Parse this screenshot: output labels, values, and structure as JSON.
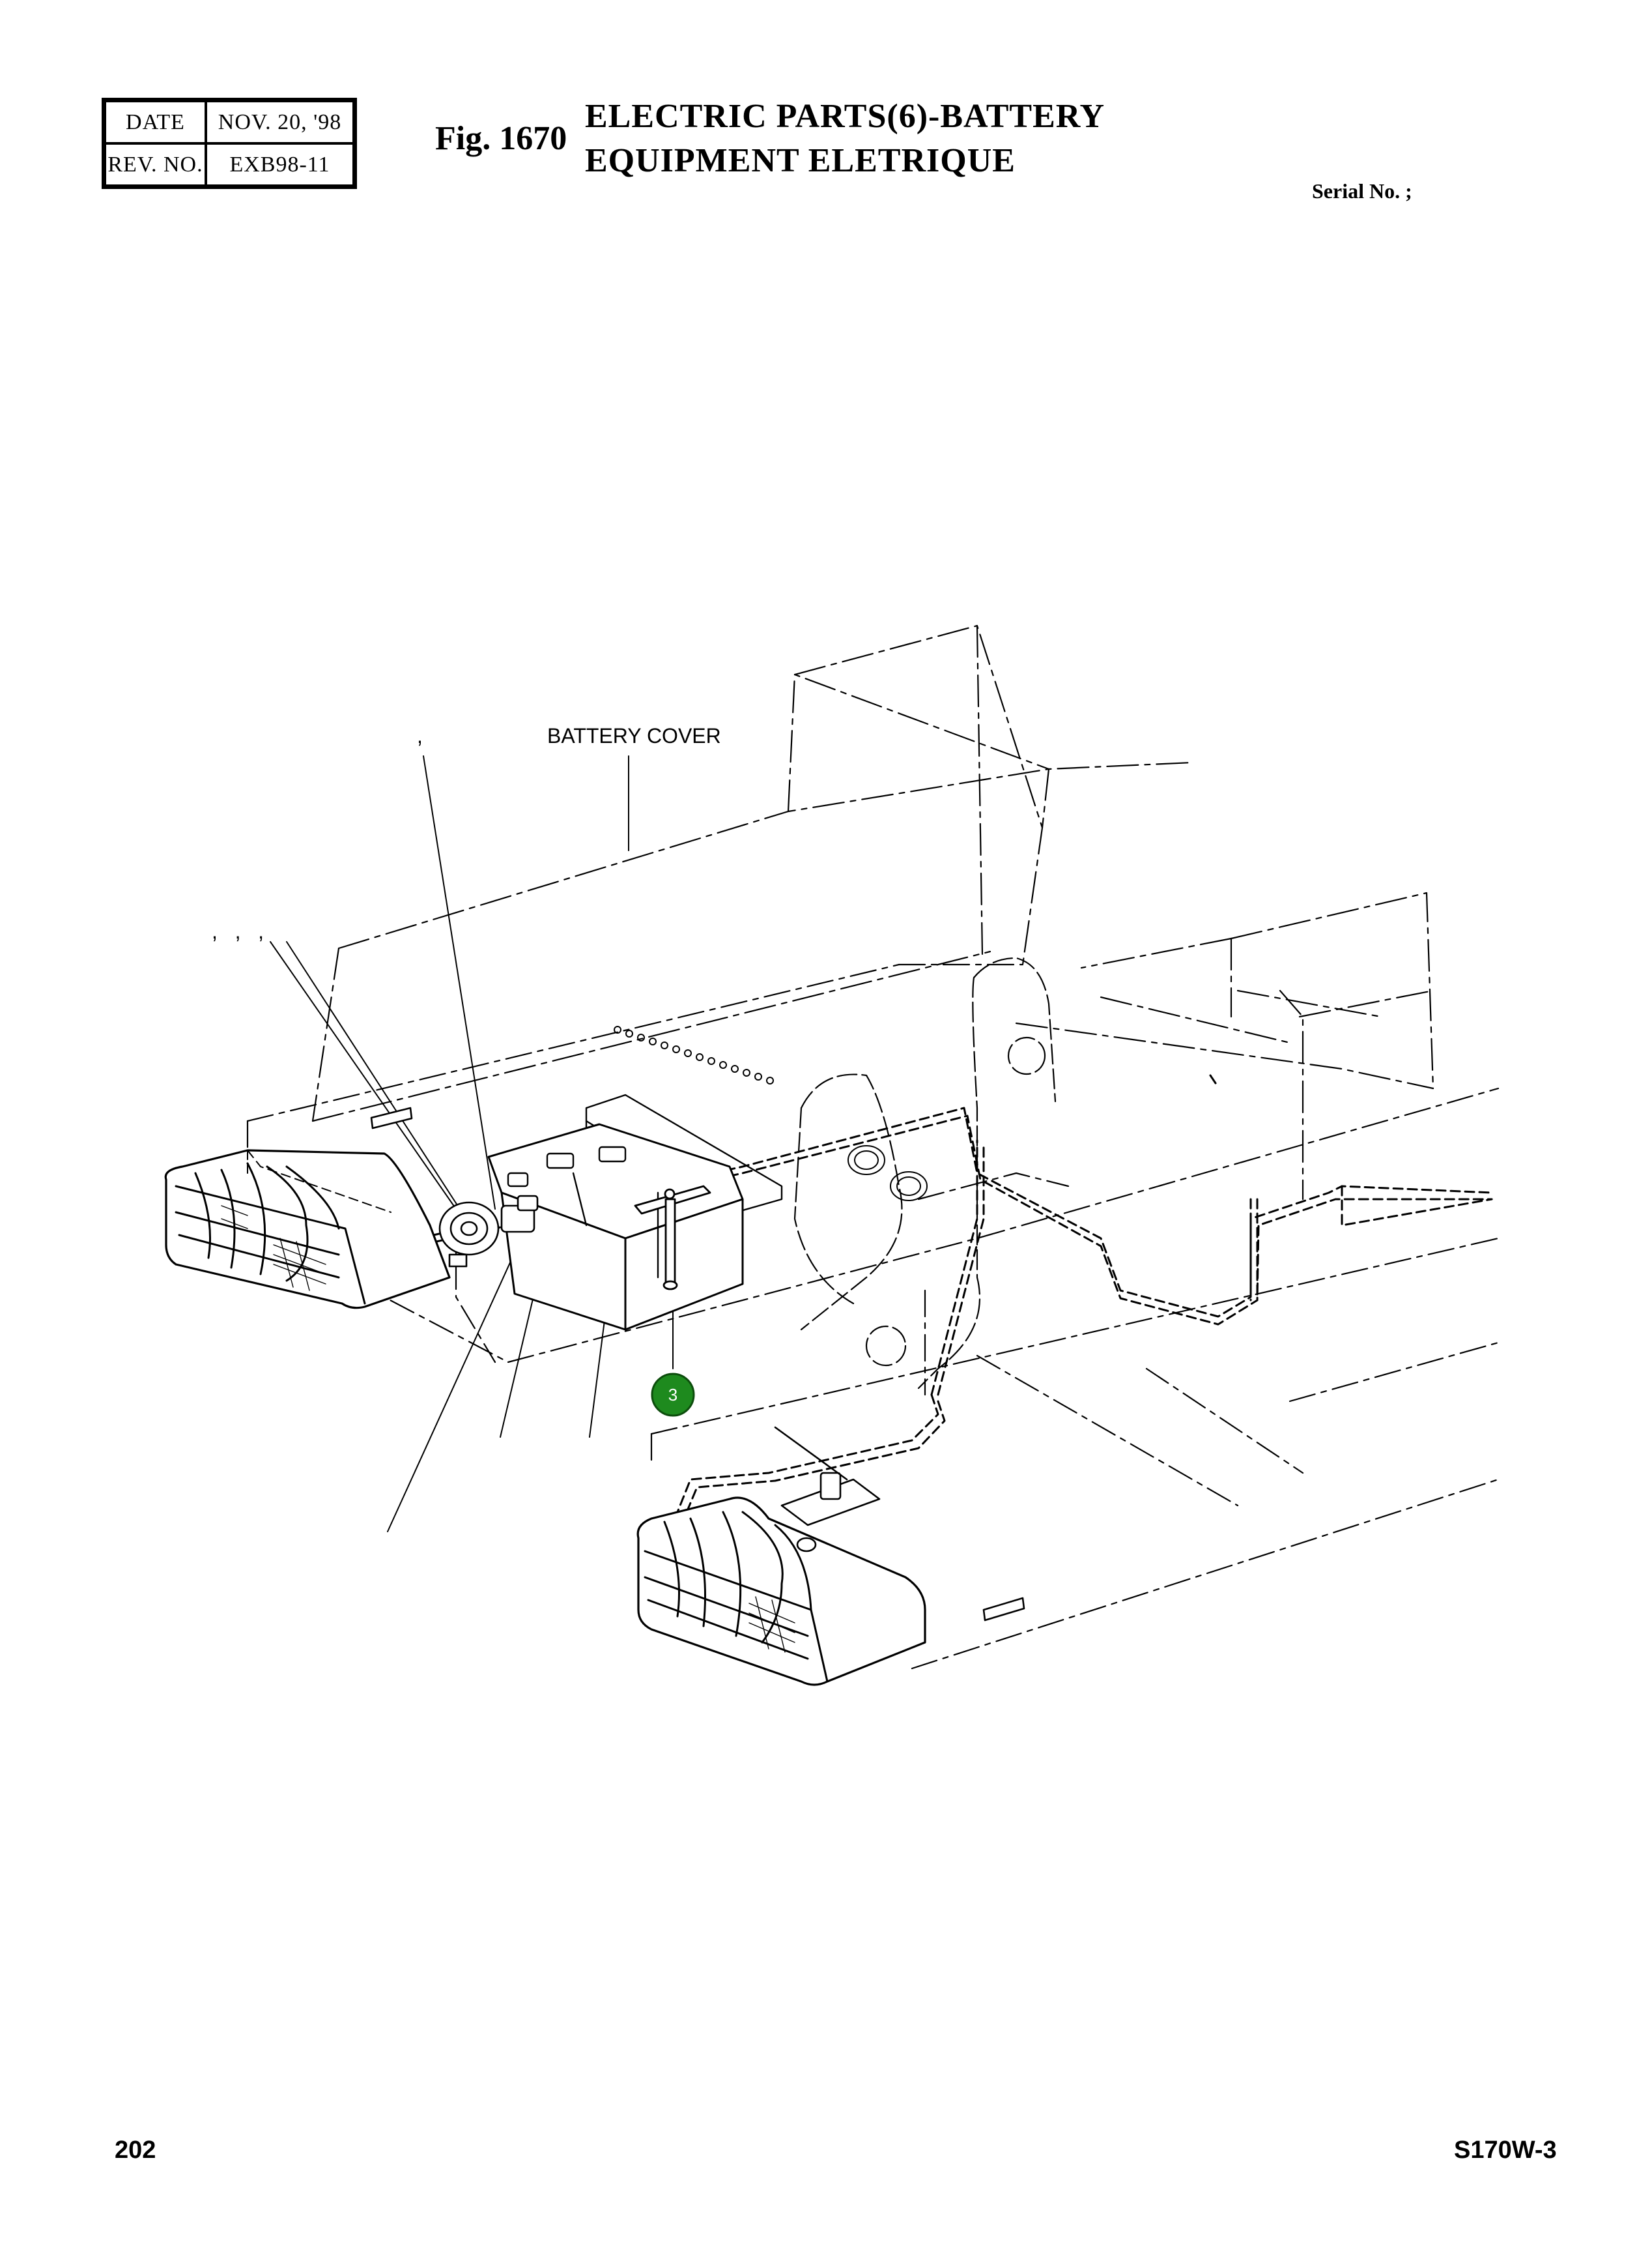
{
  "header": {
    "date_label": "DATE",
    "date_value": "NOV. 20, '98",
    "rev_label": "REV. NO.",
    "rev_value": "EXB98-11",
    "fig_number": "Fig. 1670",
    "title_line1": "ELECTRIC PARTS(6)-BATTERY",
    "title_line2": "EQUIPMENT ELETRIQUE",
    "serial_label": "Serial No. ;"
  },
  "diagram": {
    "battery_cover_label": "BATTERY COVER",
    "comma_mark": ",",
    "triple_comma_marks": ",   ,   ,",
    "callout_number": "3",
    "callout_color": "#1e8a1e"
  },
  "footer": {
    "page_number": "202",
    "model": "S170W-3"
  }
}
